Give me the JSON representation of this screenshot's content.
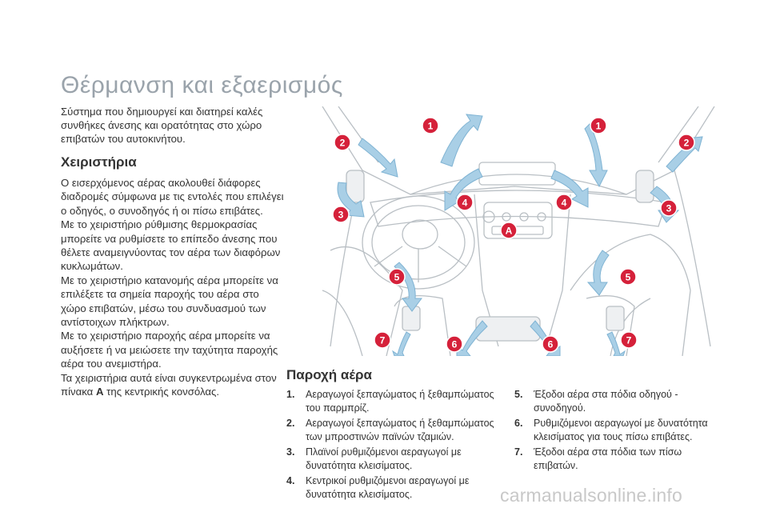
{
  "title": "Θέρμανση και εξαερισμός",
  "intro": "Σύστημα που δημιουργεί και διατηρεί καλές συνθήκες άνεσης και ορατότητας στο χώρο επιβατών του αυτοκινήτου.",
  "controls": {
    "heading": "Χειριστήρια",
    "p1": "Ο εισερχόμενος αέρας ακολουθεί διάφορες διαδρομές σύμφωνα με τις εντολές που επιλέγει ο οδηγός, ο συνοδηγός ή οι πίσω επιβάτες.",
    "p2": "Με το χειριστήριο ρύθμισης θερμοκρασίας μπορείτε να ρυθμίσετε το επίπεδο άνεσης που θέλετε αναμειγνύοντας τον αέρα των διαφόρων κυκλωμάτων.",
    "p3": "Με το χειριστήριο κατανομής αέρα μπορείτε να επιλέξετε τα σημεία παροχής του αέρα στο χώρο επιβατών, μέσω του συνδυασμού των αντίστοιχων πλήκτρων.",
    "p4": "Με το χειριστήριο παροχής αέρα μπορείτε να αυξήσετε ή να μειώσετε την ταχύτητα παροχής αέρα του ανεμιστήρα.",
    "p5_before": "Τα χειριστήρια αυτά είναι συγκεντρωμένα στον πίνακα ",
    "p5_bold": "A",
    "p5_after": " της κεντρικής κονσόλας."
  },
  "airflow": {
    "heading": "Παροχή αέρα",
    "items": [
      {
        "num": "1.",
        "text": "Αεραγωγοί ξεπαγώματος ή ξεθαμπώματος του παρμπρίζ."
      },
      {
        "num": "2.",
        "text": "Αεραγωγοί ξεπαγώματος ή ξεθαμπώματος των μπροστινών παϊνών τζαμιών."
      },
      {
        "num": "3.",
        "text": "Πλαϊνοί ρυθμιζόμενοι αεραγωγοί με δυνατότητα κλεισίματος."
      },
      {
        "num": "4.",
        "text": "Κεντρικοί ρυθμιζόμενοι αεραγωγοί με δυνατότητα κλεισίματος."
      },
      {
        "num": "5.",
        "text": "Έξοδοι αέρα στα πόδια οδηγού - συνοδηγού."
      },
      {
        "num": "6.",
        "text": "Ρυθμιζόμενοι αεραγωγοί με δυνατότητα κλεισίματος για τους πίσω επιβάτες."
      },
      {
        "num": "7.",
        "text": "Έξοδοι αέρα στα πόδια των πίσω επιβατών."
      }
    ]
  },
  "illustration": {
    "markers": [
      "1",
      "1",
      "2",
      "2",
      "3",
      "3",
      "4",
      "4",
      "A",
      "5",
      "5",
      "6",
      "6",
      "7",
      "7"
    ],
    "marker_color": "#d5213a",
    "arrow_color": "#a9cfe6"
  },
  "watermark": "carmanualsonline.info"
}
